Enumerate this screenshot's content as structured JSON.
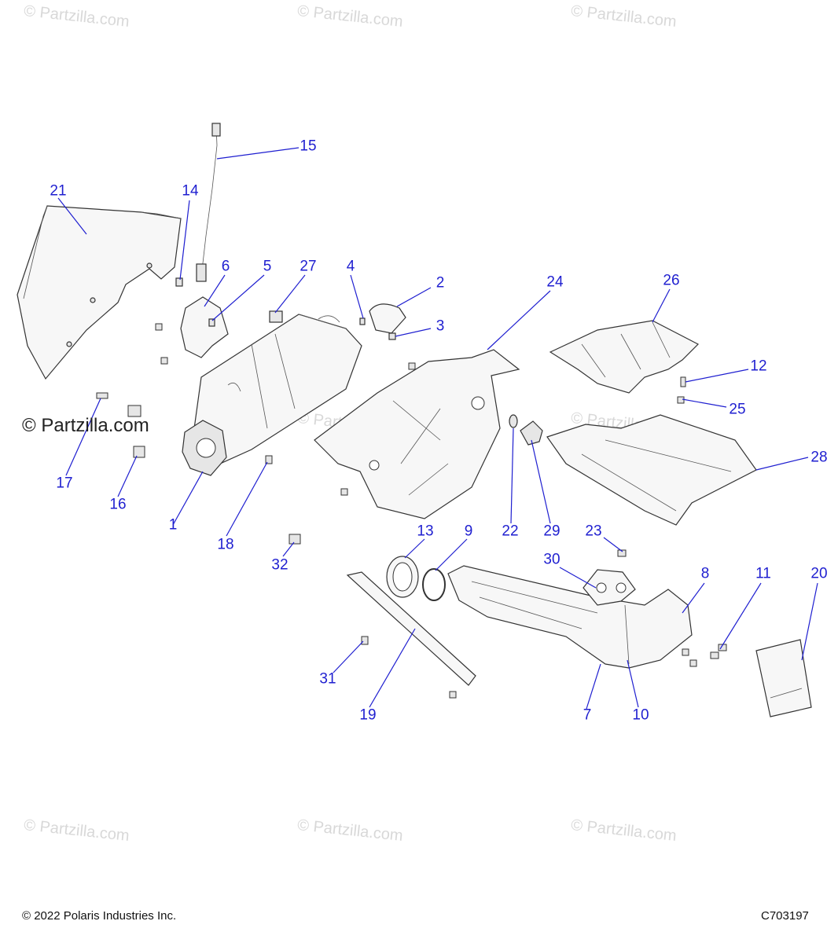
{
  "watermarks": {
    "site": "Partzilla.com",
    "copyright_mark": "©"
  },
  "callouts": [
    "1",
    "2",
    "3",
    "4",
    "5",
    "6",
    "7",
    "8",
    "9",
    "10",
    "11",
    "12",
    "13",
    "14",
    "15",
    "16",
    "17",
    "18",
    "19",
    "20",
    "21",
    "22",
    "23",
    "24",
    "25",
    "26",
    "27",
    "28",
    "29",
    "30",
    "31",
    "32"
  ],
  "footer": {
    "copyright": "© 2022 Polaris Industries Inc.",
    "diagram_code": "C703197"
  }
}
